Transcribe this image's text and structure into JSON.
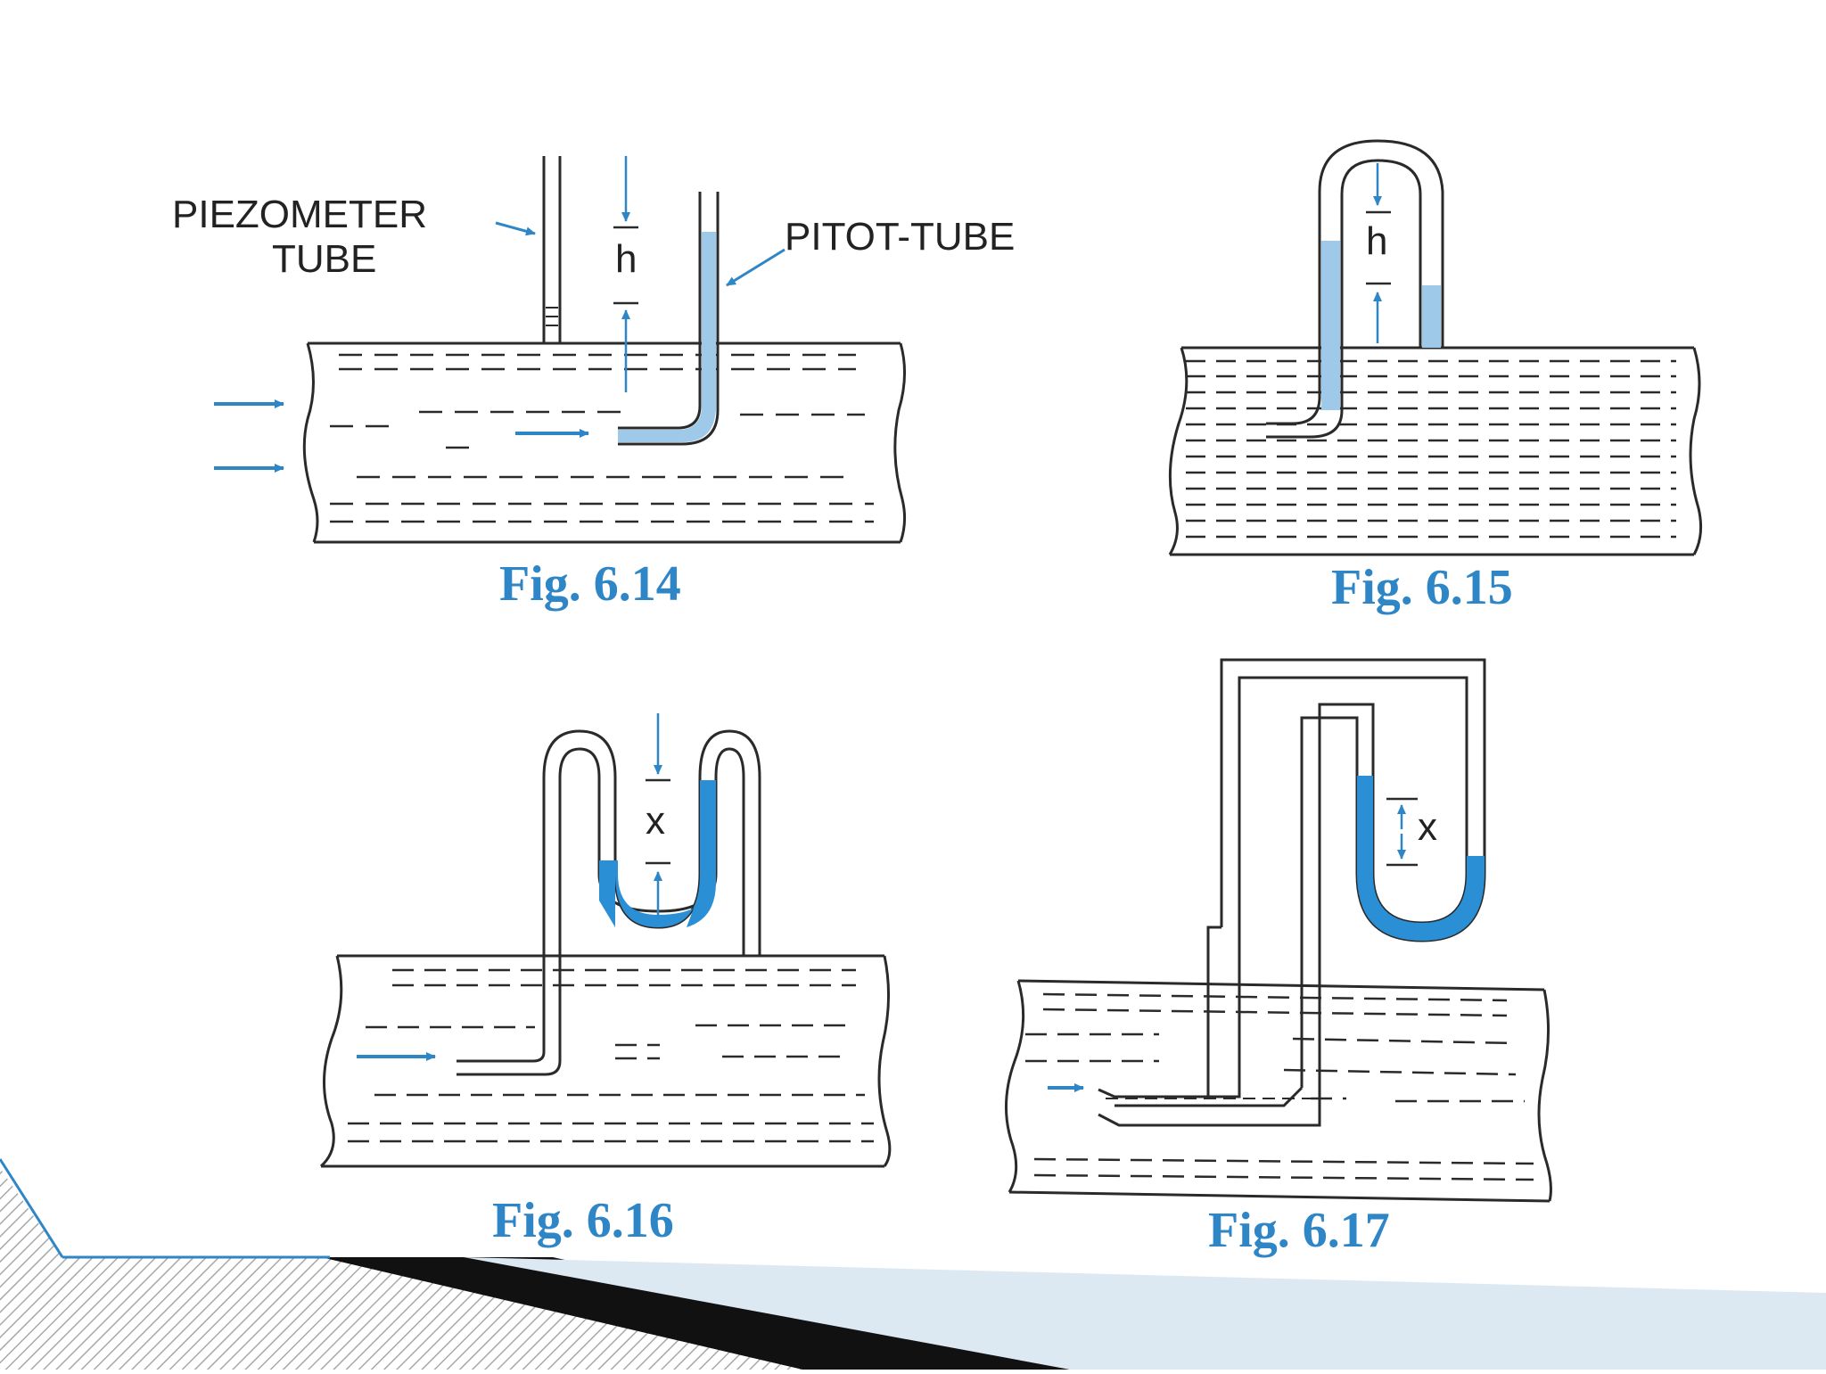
{
  "figures": [
    {
      "id": "fig-6-14",
      "caption": "Fig.  6.14",
      "labels": {
        "piezometer": [
          "PIEZOMETER",
          "TUBE"
        ],
        "pitot": "PITOT-TUBE",
        "height": "h"
      }
    },
    {
      "id": "fig-6-15",
      "caption": "Fig.  6.15",
      "labels": {
        "height": "h"
      }
    },
    {
      "id": "fig-6-16",
      "caption": "Fig.  6.16",
      "labels": {
        "deflection": "x"
      }
    },
    {
      "id": "fig-6-17",
      "caption": "Fig.  6.17",
      "labels": {
        "deflection": "x"
      }
    }
  ],
  "colors": {
    "line": "#2a2a2a",
    "accent": "#2f86c6",
    "liquid": "#2b8fd6",
    "slide_band": "#dce9f3",
    "hatch": "#9a9a9a"
  }
}
